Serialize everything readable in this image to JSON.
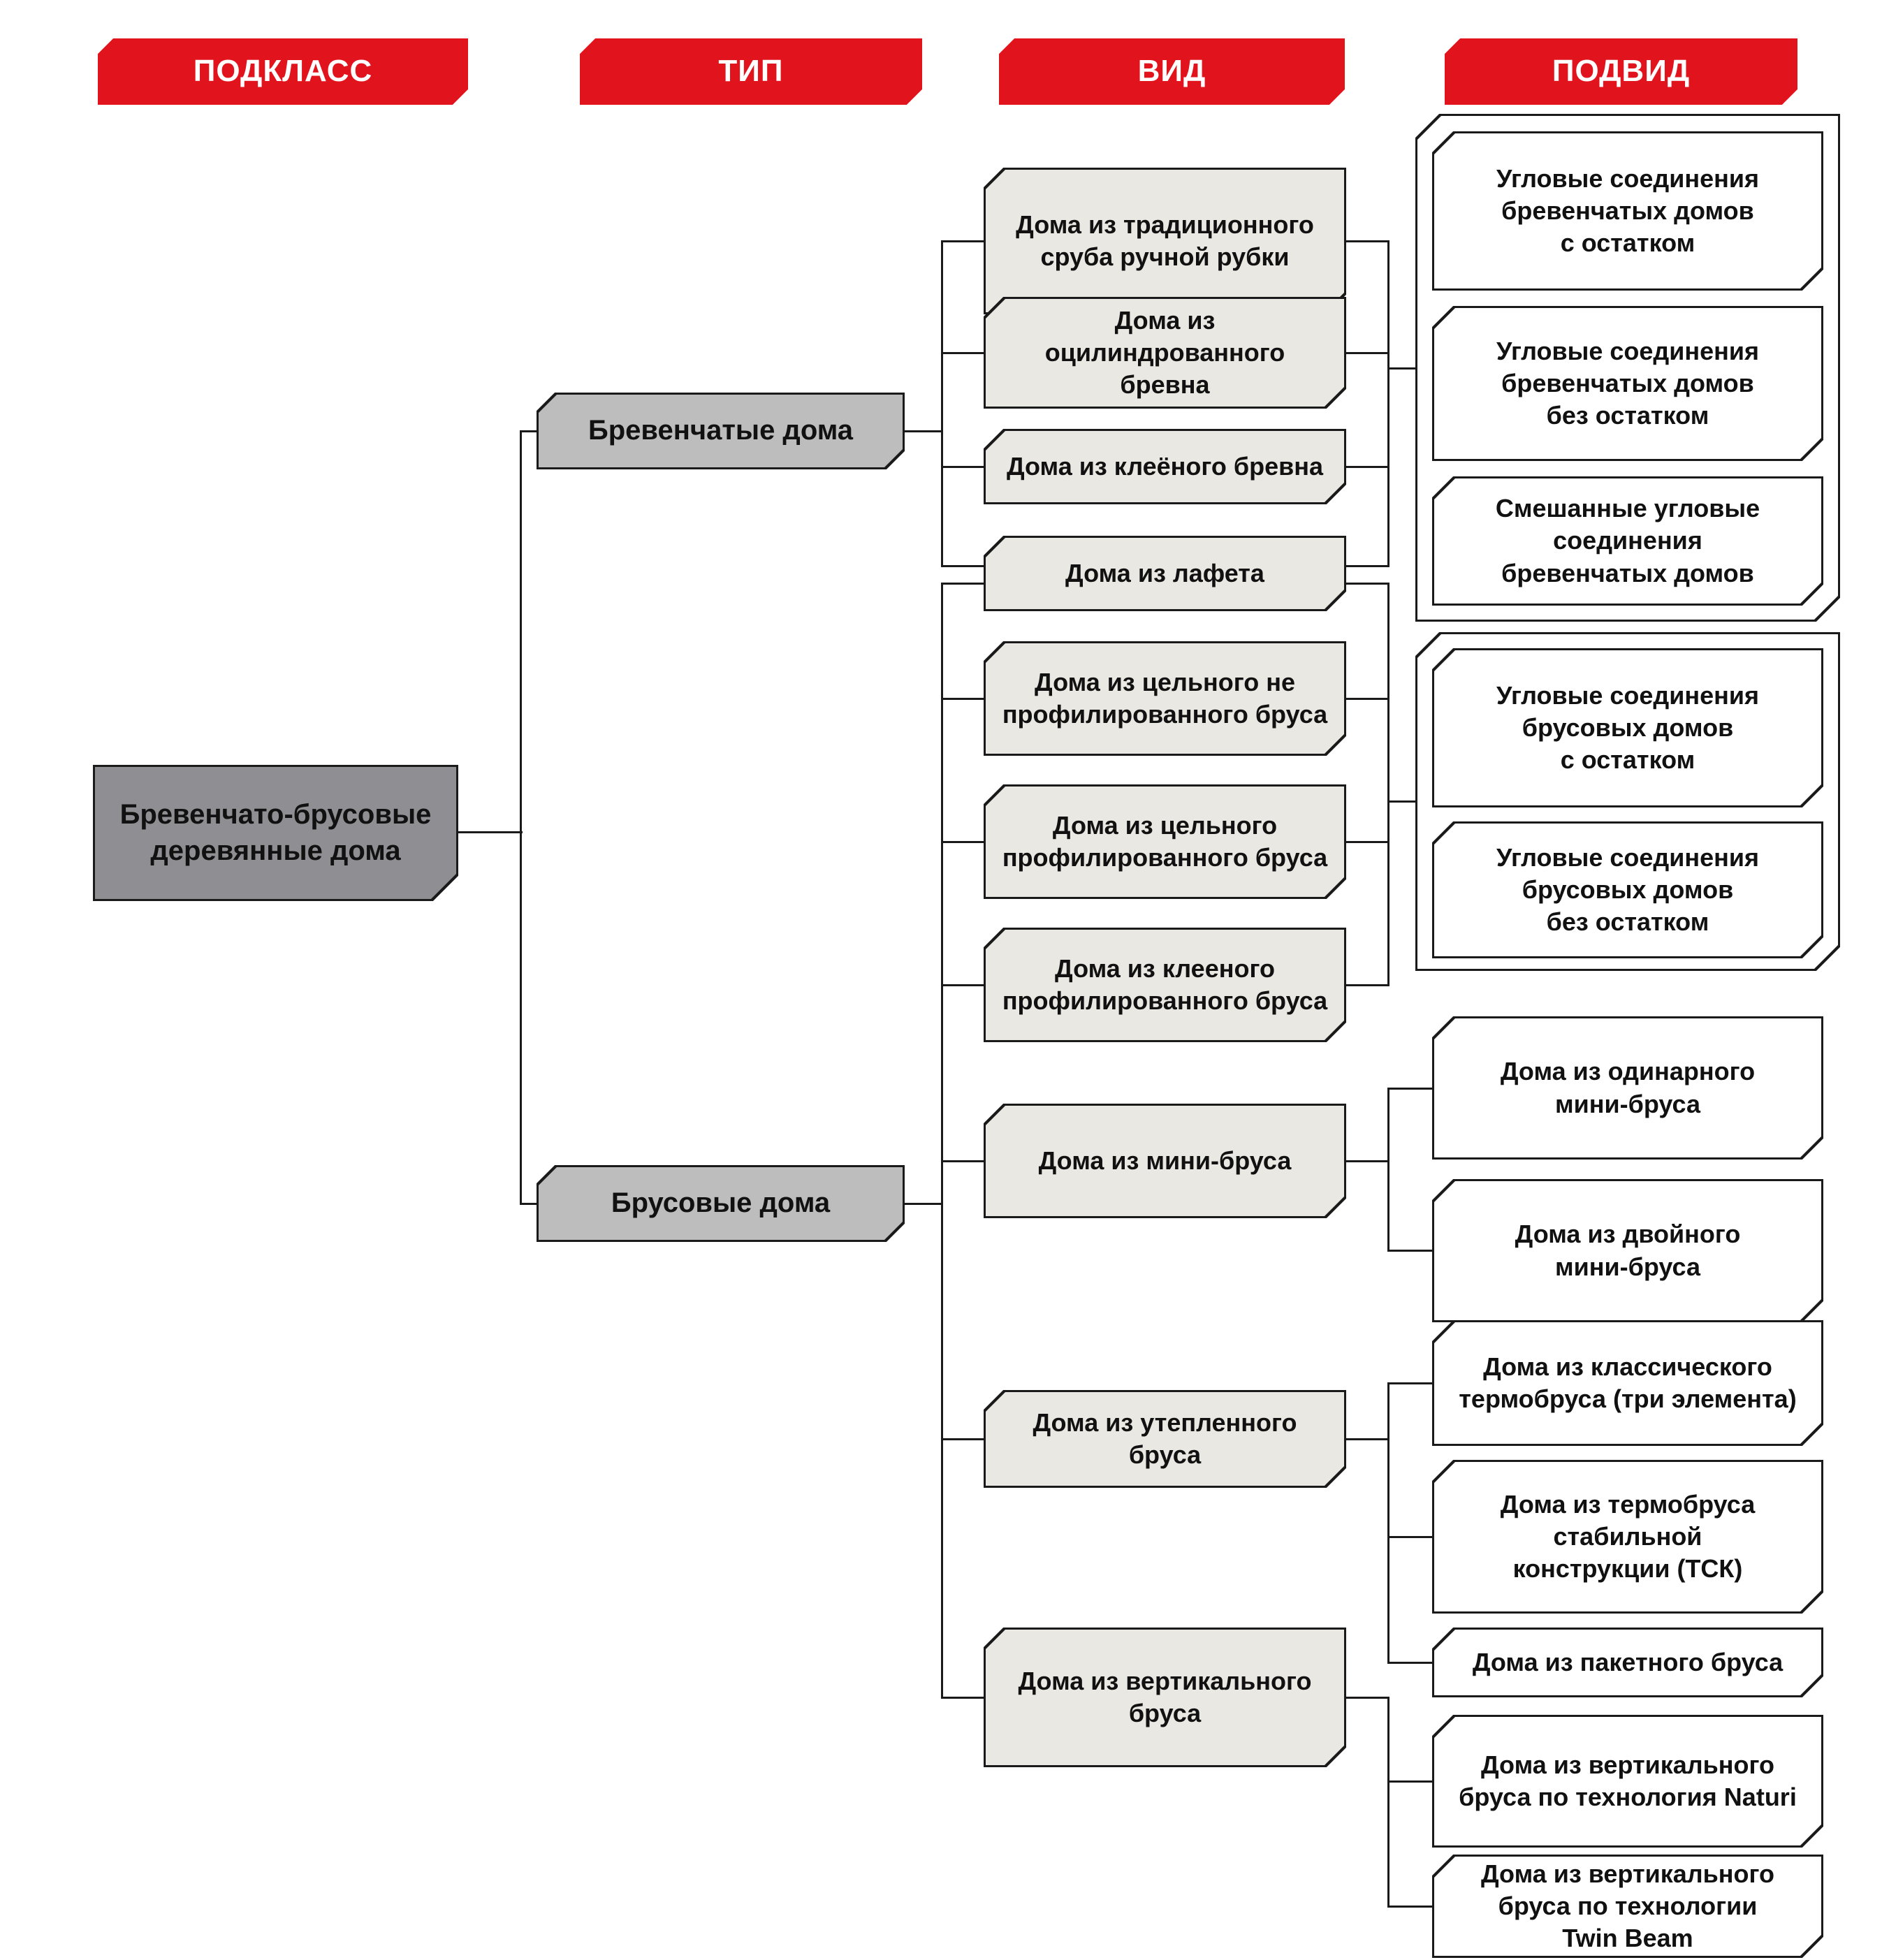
{
  "colors": {
    "banner_red": "#e1141e",
    "subclass_gray": "#8f8f93",
    "type_gray": "#bdbdbd",
    "vid_gray": "#e9e8e2",
    "podvid_white": "#ffffff",
    "line_black": "#1a1a1a"
  },
  "headers": {
    "podklass": "ПОДКЛАСС",
    "tip": "ТИП",
    "vid": "ВИД",
    "podvid": "ПОДВИД"
  },
  "subclass": {
    "label": "Бревенчато-брусовые\nдеревянные дома"
  },
  "types": {
    "log": {
      "label": "Бревенчатые дома"
    },
    "timber": {
      "label": "Брусовые дома"
    }
  },
  "vids": {
    "v1": {
      "label": "Дома из традиционного\nсруба ручной рубки"
    },
    "v2": {
      "label": "Дома из\nоцилиндрованного бревна"
    },
    "v3": {
      "label": "Дома из клеёного бревна"
    },
    "v4": {
      "label": "Дома из лафета"
    },
    "v5": {
      "label": "Дома из цельного не\nпрофилированного бруса"
    },
    "v6": {
      "label": "Дома из цельного\nпрофилированного бруса"
    },
    "v7": {
      "label": "Дома из клееного\nпрофилированного бруса"
    },
    "v8": {
      "label": "Дома из мини-бруса"
    },
    "v9": {
      "label": "Дома из утепленного бруса"
    },
    "v10": {
      "label": "Дома из вертикального\nбруса"
    }
  },
  "podvids": {
    "log_joint_rest": {
      "label": "Угловые соединения\nбревенчатых домов\nс остатком"
    },
    "log_joint_norest": {
      "label": "Угловые соединения\nбревенчатых домов\nбез остатком"
    },
    "log_joint_mixed": {
      "label": "Смешанные угловые\nсоединения\nбревенчатых домов"
    },
    "timber_joint_rest": {
      "label": "Угловые соединения\nбрусовых домов\nс остатком"
    },
    "timber_joint_norest": {
      "label": "Угловые соединения\nбрусовых домов\nбез остатком"
    },
    "mini_single": {
      "label": "Дома из одинарного\nмини-бруса"
    },
    "mini_double": {
      "label": "Дома из двойного\nмини-бруса"
    },
    "thermo_classic": {
      "label": "Дома из классического\nтермобруса (три элемента)"
    },
    "thermo_tsk": {
      "label": "Дома из термобруса\nстабильной\nконструкции (ТСК)"
    },
    "thermo_packet": {
      "label": "Дома из пакетного бруса"
    },
    "vertical_naturi": {
      "label": "Дома из вертикального\nбруса по технология Naturi"
    },
    "vertical_twinbeam": {
      "label": "Дома из вертикального\nбруса по технологии\nTwin Beam"
    }
  }
}
